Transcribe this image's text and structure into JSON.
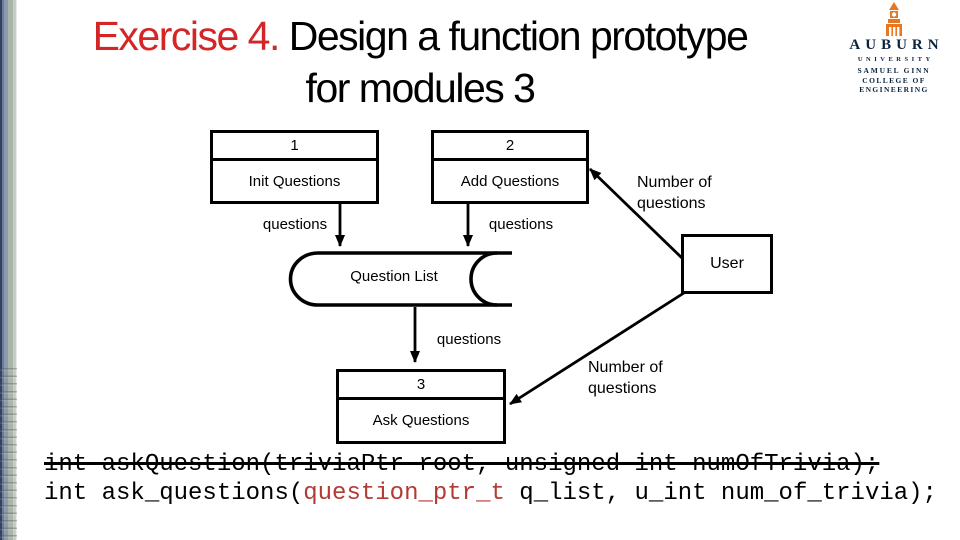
{
  "title": {
    "accent": "Exercise 4.",
    "main": " Design a function prototype",
    "line2": "for modules 3"
  },
  "logo": {
    "university": "AUBURN",
    "university_sub": "UNIVERSITY",
    "college_line1": "SAMUEL GINN",
    "college_line2": "COLLEGE OF ENGINEERING"
  },
  "diagram": {
    "process1": {
      "number": "1",
      "name": "Init Questions"
    },
    "process2": {
      "number": "2",
      "name": "Add Questions"
    },
    "process3": {
      "number": "3",
      "name": "Ask Questions"
    },
    "datastore": "Question List",
    "external": "User",
    "flow_labels": {
      "questions_from_init": "questions",
      "questions_from_add": "questions",
      "questions_to_ask": "questions",
      "number_of_questions_top": "Number of questions",
      "number_of_questions_bottom": "Number of questions"
    }
  },
  "code": {
    "old": "int askQuestion(triviaPtr root, unsigned int numOfTrivia);",
    "new_prefix": "int ask_questions(",
    "new_type": "question_ptr_t",
    "new_suffix": " q_list, u_int num_of_trivia);"
  },
  "colors": {
    "accent_red": "#d42626",
    "code_red": "#b23b33",
    "auburn_navy": "#0c2340",
    "auburn_orange": "#e87722"
  }
}
